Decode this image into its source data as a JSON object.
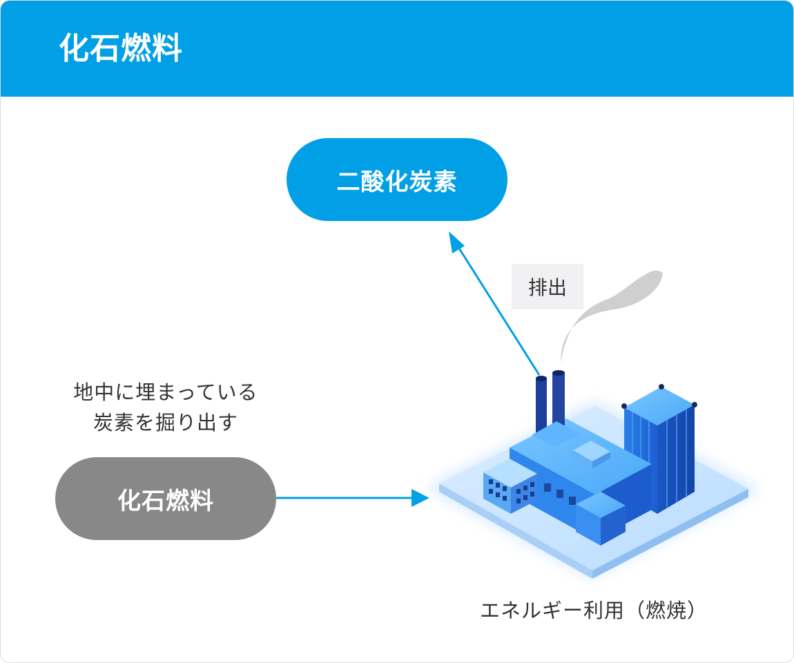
{
  "header": {
    "title": "化石燃料"
  },
  "nodes": {
    "co2": "二酸化炭素",
    "fossil_fuel": "化石燃料"
  },
  "labels": {
    "emission": "排出",
    "extraction_line1": "地中に埋まっている",
    "extraction_line2": "炭素を掘り出す",
    "energy_use": "エネルギー利用（燃焼）"
  },
  "colors": {
    "accent": "#009fe6",
    "fuel_gray": "#888888",
    "text": "#333333",
    "tag_bg": "#f1f1f4"
  },
  "icons": [
    "factory-icon",
    "smoke-icon"
  ]
}
